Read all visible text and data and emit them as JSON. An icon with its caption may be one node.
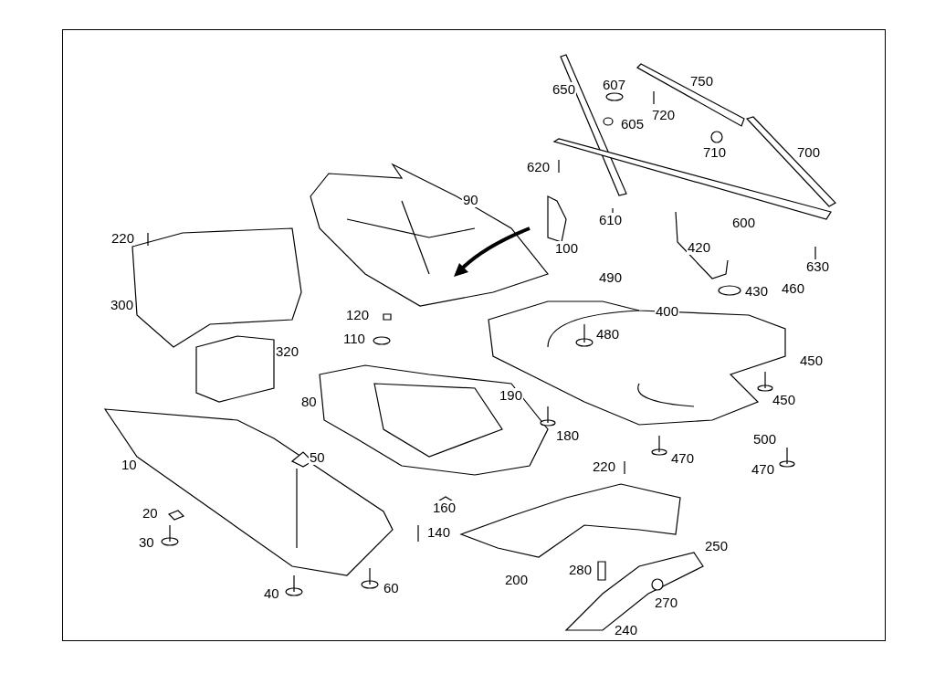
{
  "diagram": {
    "labels": [
      "650",
      "607",
      "750",
      "720",
      "605",
      "710",
      "700",
      "620",
      "90",
      "610",
      "600",
      "220",
      "100",
      "420",
      "630",
      "490",
      "430",
      "460",
      "300",
      "400",
      "120",
      "480",
      "110",
      "320",
      "450",
      "190",
      "80",
      "450",
      "180",
      "500",
      "10",
      "50",
      "220",
      "470",
      "470",
      "160",
      "20",
      "140",
      "30",
      "250",
      "280",
      "200",
      "60",
      "40",
      "270",
      "240"
    ]
  }
}
